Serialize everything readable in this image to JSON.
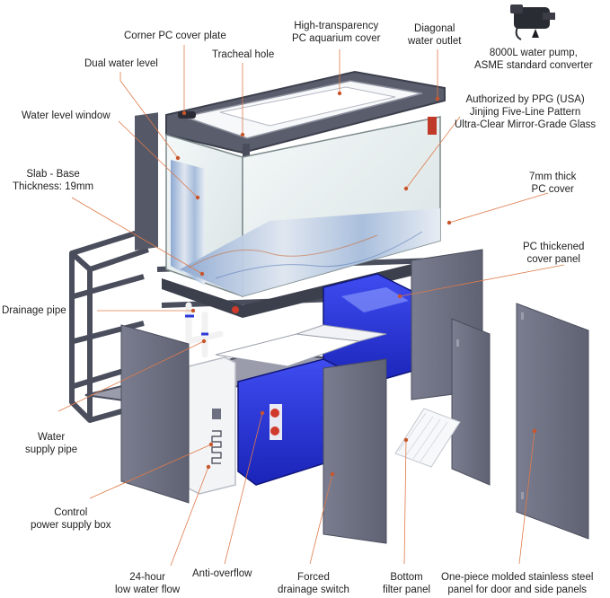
{
  "labels": {
    "corner_pc_cover_plate": [
      "Corner PC cover plate"
    ],
    "high_transparency_cover": [
      "High-transparency",
      "PC aquarium cover"
    ],
    "diagonal_water_outlet": [
      "Diagonal",
      "water outlet"
    ],
    "water_pump": [
      "8000L water pump,",
      "ASME standard converter"
    ],
    "dual_water_level": [
      "Dual water level"
    ],
    "tracheal_hole": [
      "Tracheal hole"
    ],
    "authorized_glass": [
      "Authorized by PPG (USA)",
      "Jinjing Five-Line Pattern",
      "Ultra-Clear Mirror-Grade Glass"
    ],
    "water_level_window": [
      "Water level window"
    ],
    "slab_base": [
      "Slab - Base",
      "Thickness: 19mm"
    ],
    "pc_cover_7mm": [
      "7mm thick",
      "PC cover"
    ],
    "pc_thickened_panel": [
      "PC thickened",
      "cover panel"
    ],
    "drainage_pipe": [
      "Drainage pipe"
    ],
    "water_supply_pipe": [
      "Water",
      "supply pipe"
    ],
    "control_power_box": [
      "Control",
      "power supply box"
    ],
    "low_water_flow": [
      "24-hour",
      "low water flow"
    ],
    "anti_overflow": [
      "Anti-overflow"
    ],
    "forced_drainage": [
      "Forced",
      "drainage switch"
    ],
    "bottom_filter": [
      "Bottom",
      "filter panel"
    ],
    "stainless_panel": [
      "One-piece molded stainless steel",
      "panel for door and side panels"
    ]
  },
  "colors": {
    "leader_line": "#e07a4a",
    "leader_dot": "#c9552a",
    "frame": "#4a4d5c",
    "panel": "#6c6f80",
    "sump_blue": "#1f2fd6",
    "glass": "#dfe8ea",
    "marble": "#b9c8dc"
  }
}
